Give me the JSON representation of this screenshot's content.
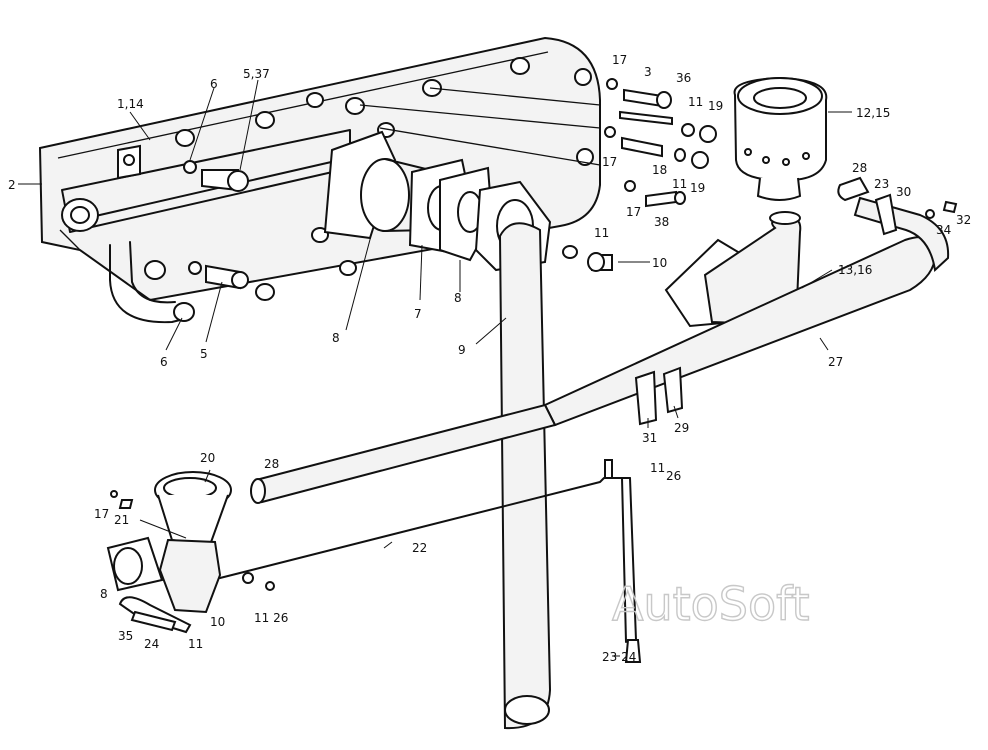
{
  "watermark": "AutoSoft",
  "callouts": [
    {
      "id": "c-5-37",
      "text": "5,37"
    },
    {
      "id": "c-1-14",
      "text": "1,14"
    },
    {
      "id": "c-6-top",
      "text": "6"
    },
    {
      "id": "c-2",
      "text": "2"
    },
    {
      "id": "c-6-bot",
      "text": "6"
    },
    {
      "id": "c-5",
      "text": "5"
    },
    {
      "id": "c-8-a",
      "text": "8"
    },
    {
      "id": "c-7",
      "text": "7"
    },
    {
      "id": "c-8-b",
      "text": "8"
    },
    {
      "id": "c-9",
      "text": "9"
    },
    {
      "id": "c-17-a",
      "text": "17"
    },
    {
      "id": "c-3",
      "text": "3"
    },
    {
      "id": "c-36",
      "text": "36"
    },
    {
      "id": "c-11-a",
      "text": "11"
    },
    {
      "id": "c-19-a",
      "text": "19"
    },
    {
      "id": "c-17-b",
      "text": "17"
    },
    {
      "id": "c-18",
      "text": "18"
    },
    {
      "id": "c-11-b",
      "text": "11"
    },
    {
      "id": "c-19-b",
      "text": "19"
    },
    {
      "id": "c-17-c",
      "text": "17"
    },
    {
      "id": "c-38",
      "text": "38"
    },
    {
      "id": "c-11-c",
      "text": "11"
    },
    {
      "id": "c-10-a",
      "text": "10"
    },
    {
      "id": "c-12-15",
      "text": "12,15"
    },
    {
      "id": "c-28-a",
      "text": "28"
    },
    {
      "id": "c-23-a",
      "text": "23"
    },
    {
      "id": "c-30",
      "text": "30"
    },
    {
      "id": "c-32",
      "text": "32"
    },
    {
      "id": "c-34",
      "text": "34"
    },
    {
      "id": "c-13-16",
      "text": "13,16"
    },
    {
      "id": "c-27",
      "text": "27"
    },
    {
      "id": "c-31",
      "text": "31"
    },
    {
      "id": "c-29",
      "text": "29"
    },
    {
      "id": "c-20",
      "text": "20"
    },
    {
      "id": "c-28-b",
      "text": "28"
    },
    {
      "id": "c-17-d",
      "text": "17"
    },
    {
      "id": "c-21",
      "text": "21"
    },
    {
      "id": "c-8-c",
      "text": "8"
    },
    {
      "id": "c-22",
      "text": "22"
    },
    {
      "id": "c-11-d",
      "text": "11"
    },
    {
      "id": "c-26-a",
      "text": "26"
    },
    {
      "id": "c-11-26",
      "text": "11 26"
    },
    {
      "id": "c-10-b",
      "text": "10"
    },
    {
      "id": "c-35",
      "text": "35"
    },
    {
      "id": "c-24-a",
      "text": "24"
    },
    {
      "id": "c-11-e",
      "text": "11"
    },
    {
      "id": "c-23-24",
      "text": "23 24"
    }
  ]
}
